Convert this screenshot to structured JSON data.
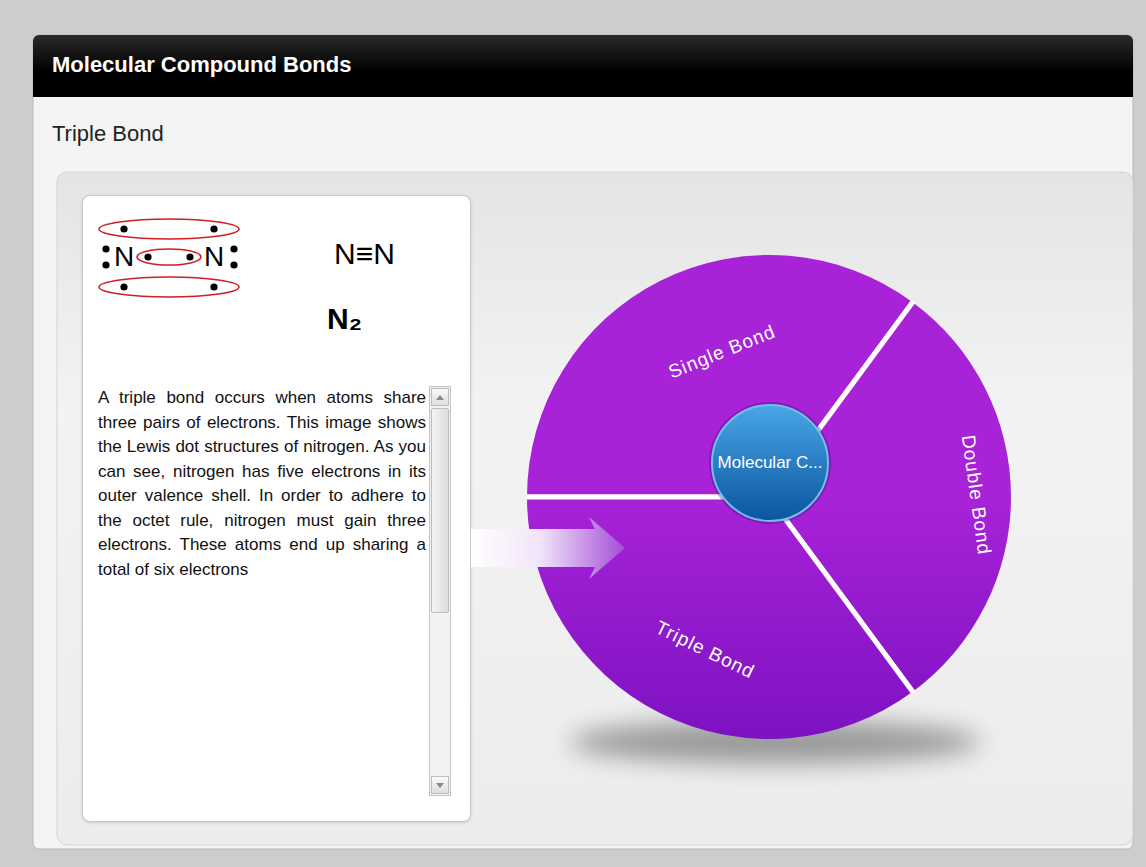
{
  "diagram": {
    "title": "Molecular Compound Bonds",
    "nodes": [
      {
        "text": [
          "N≡N",
          "N₂",
          "A triple bond occurs when atoms share three pairs of electrons. This image shows the Lewis dot structures of nitrogen. As you can see, nitrogen has five electrons in its outer valence shell. In order to adhere to the octet rule, nitrogen must gain three electrons. These atoms end up sharing a total of six electrons"
        ]
      },
      {
        "text": [
          "Single Bond"
        ]
      },
      {
        "text": [
          "Double Bond"
        ]
      },
      {
        "text": [
          "Triple Bond"
        ]
      },
      {
        "text": [
          "Molecular C..."
        ]
      }
    ],
    "edges": [
      {
        "from": 0,
        "to": 3,
        "arrow": "to"
      }
    ],
    "labels": [
      "Triple Bond",
      "N",
      "N"
    ]
  }
}
